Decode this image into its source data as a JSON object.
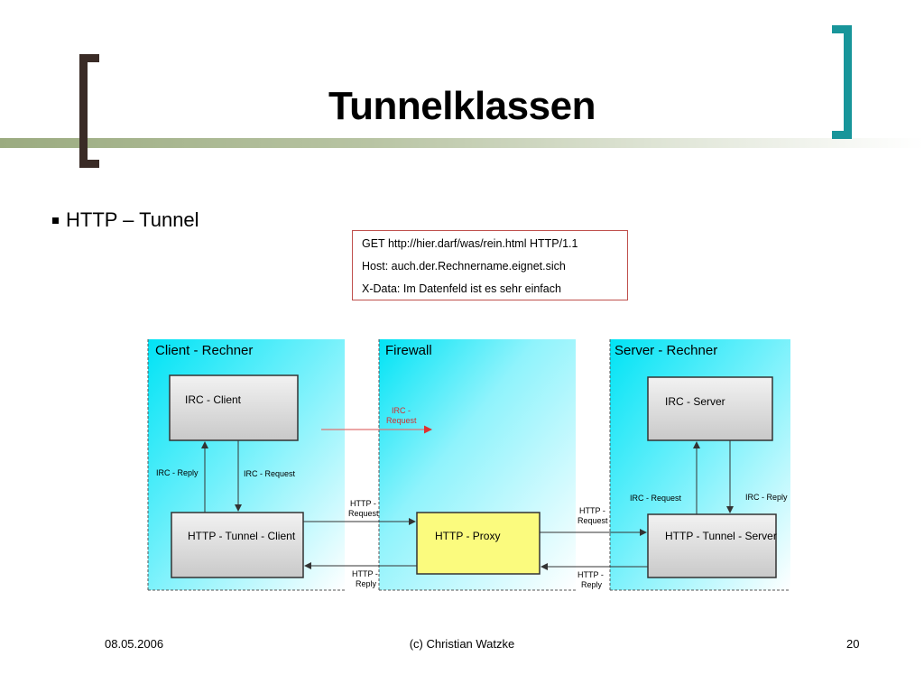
{
  "slide": {
    "title": "Tunnelklassen",
    "bullet": "HTTP – Tunnel"
  },
  "http_request": {
    "lines": [
      "GET http://hier.darf/was/rein.html HTTP/1.1",
      "Host: auch.der.Rechnername.eignet.sich",
      "X-Data: Im Datenfeld ist es sehr einfach"
    ]
  },
  "diagram": {
    "zones": {
      "client": "Client - Rechner",
      "firewall": "Firewall",
      "server": "Server - Rechner"
    },
    "boxes": {
      "irc_client": "IRC - Client",
      "irc_server": "IRC - Server",
      "tunnel_client": "HTTP - Tunnel - Client",
      "proxy": "HTTP - Proxy",
      "tunnel_server": "HTTP - Tunnel - Server"
    },
    "labels": {
      "irc_request_blocked_1": "IRC -",
      "irc_request_blocked_2": "Request",
      "client_irc_reply": "IRC - Reply",
      "client_irc_request": "IRC - Request",
      "server_irc_request": "IRC - Request",
      "server_irc_reply": "IRC - Reply",
      "http_request_left_1": "HTTP -",
      "http_request_left_2": "Request",
      "http_reply_left_1": "HTTP -",
      "http_reply_left_2": "Reply",
      "http_request_right_1": "HTTP -",
      "http_request_right_2": "Request",
      "http_reply_right_1": "HTTP -",
      "http_reply_right_2": "Reply"
    }
  },
  "footer": {
    "date": "08.05.2006",
    "author": "(c) Christian Watzke",
    "page": "20"
  }
}
